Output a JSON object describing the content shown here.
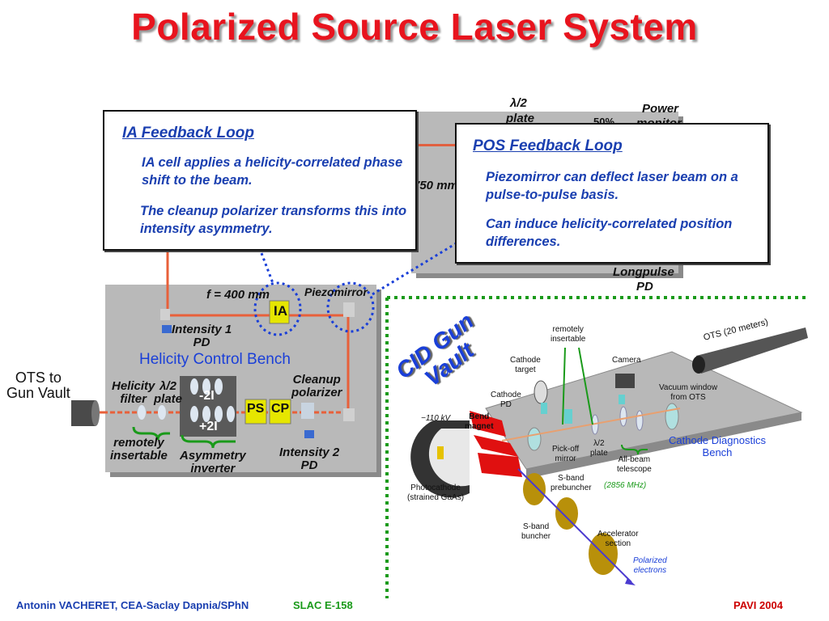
{
  "title": "Polarized Source Laser System",
  "top_bench": {
    "half_wave": "λ/2",
    "plate": "plate",
    "pct": "50%",
    "power": "Power",
    "monitor": "monitor",
    "mm750": "750 mm",
    "longpulse": "Longpulse",
    "pd": "PD"
  },
  "ia_callout": {
    "heading": "IA Feedback Loop",
    "p1": "IA cell applies a helicity-correlated phase shift to the beam.",
    "p2": "The cleanup polarizer transforms this into intensity asymmetry."
  },
  "pos_callout": {
    "heading": "POS Feedback Loop",
    "p1": "Piezomirror can deflect laser beam on a pulse-to-pulse basis.",
    "p2": "Can induce helicity-correlated position differences."
  },
  "hcb": {
    "f400": "f = 400 mm",
    "piezo": "Piezomirror",
    "ia": "IA",
    "int1": "Intensity 1\nPD",
    "bench_title": "Helicity Control Bench",
    "helicity": "Helicity\nfilter",
    "half2": "λ/2\nplate",
    "minus2i": "-2I",
    "plus2i": "+2I",
    "ps": "PS",
    "cp": "CP",
    "cleanup": "Cleanup\npolarizer",
    "remote": "remotely\ninsertable",
    "asym": "Asymmetry\ninverter",
    "int2": "Intensity 2\nPD"
  },
  "ots_label": "OTS to\nGun Vault",
  "cid_label": "CID Gun\nVault",
  "vault": {
    "remote": "remotely\ninsertable",
    "ots": "OTS (20 meters)",
    "cathode_target": "Cathode\ntarget",
    "camera": "Camera",
    "cathode_pd": "Cathode\nPD",
    "vacuum": "Vacuum window\nfrom OTS",
    "kv": "−110 kV",
    "bend": "Bend\nmagnet",
    "pickoff": "Pick-off\nmirror",
    "half": "λ/2\nplate",
    "allbeam": "All-beam\ntelescope",
    "cdb": "Cathode Diagnostics\nBench",
    "prebuncher": "S-band\nprebuncher",
    "freq": "(2856 MHz)",
    "photocathode": "Photocathode\n(strained GaAs)",
    "buncher": "S-band\nbuncher",
    "accel": "Accelerator\nsection",
    "polarized": "Polarized\nelectrons"
  },
  "footer": {
    "author": "Antonin VACHERET,  CEA-Saclay  Dapnia/SPhN",
    "exp": "SLAC E-158",
    "conf": "PAVI 2004"
  },
  "colors": {
    "title": "#e8141e",
    "callout_text": "#1a3fb0",
    "dotted_green": "#1a9a1a",
    "footer_red": "#cc0000",
    "footer_blue": "#1a3fb0"
  }
}
